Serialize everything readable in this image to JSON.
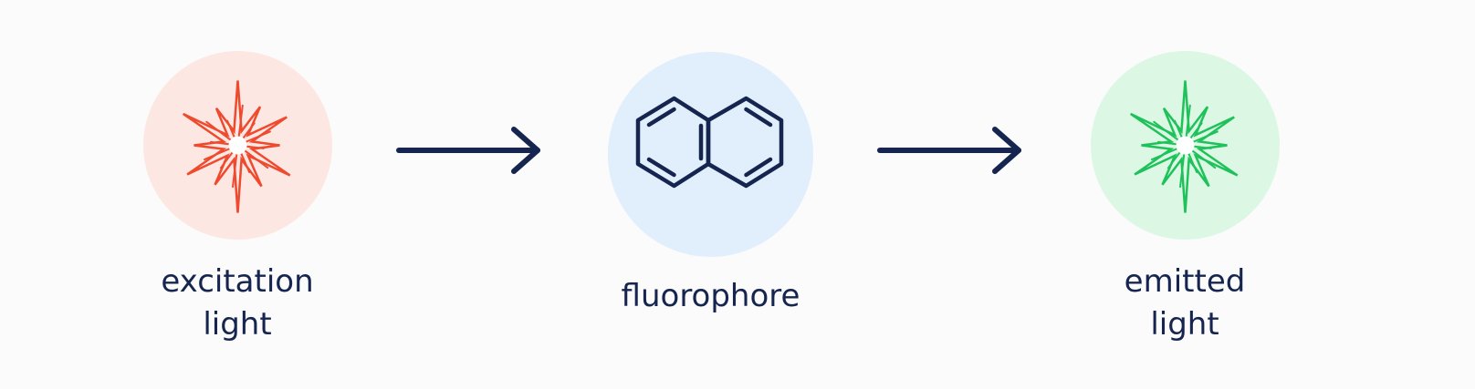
{
  "nodes": {
    "excitation": {
      "label_line1": "excitation",
      "label_line2": "light",
      "icon": "red-starburst-icon",
      "icon_color": "#ee4a2e",
      "bg_color": "#fde7e3"
    },
    "fluorophore": {
      "label": "fluorophore",
      "icon": "naphthalene-molecule-icon",
      "icon_color": "#15254f",
      "bg_color": "#e1eefb"
    },
    "emitted": {
      "label_line1": "emitted",
      "label_line2": "light",
      "icon": "green-starburst-icon",
      "icon_color": "#1fc25a",
      "bg_color": "#dcf7e4"
    }
  },
  "arrows": {
    "color": "#15254f",
    "icon": "arrow-right-icon"
  },
  "colors": {
    "text": "#15254f",
    "background": "#fbfbfb"
  }
}
